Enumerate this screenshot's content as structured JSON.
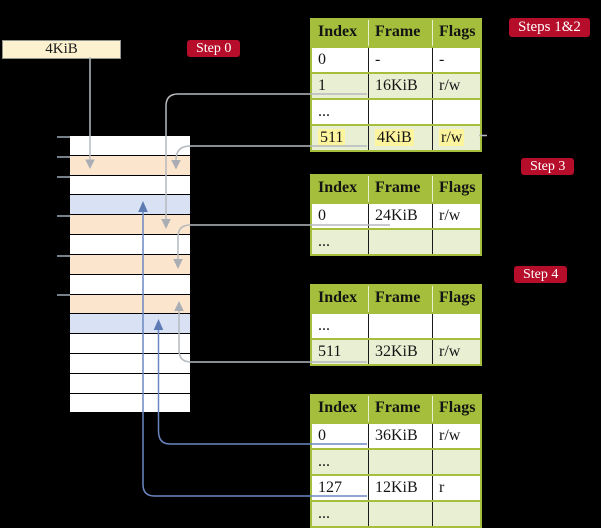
{
  "frame_box": {
    "label": "4KiB"
  },
  "badges": {
    "step0": {
      "label": "Step 0"
    },
    "steps12": {
      "label": "Steps 1&2"
    },
    "step3": {
      "label": "Step 3"
    },
    "step4": {
      "label": "Step 4"
    }
  },
  "table_headers": [
    "Index",
    "Frame",
    "Flags"
  ],
  "page_tables": [
    {
      "name": "page-table-steps-1-2",
      "rows": [
        {
          "index": "0",
          "frame": "-",
          "flags": "-",
          "shade": "white"
        },
        {
          "index": "1",
          "frame": "16KiB",
          "flags": "r/w",
          "shade": "green"
        },
        {
          "index": "...",
          "frame": "",
          "flags": "",
          "shade": "white"
        },
        {
          "index": "511",
          "frame": "4KiB",
          "flags": "r/w",
          "shade": "green",
          "highlight": true
        }
      ]
    },
    {
      "name": "page-table-step-3",
      "rows": [
        {
          "index": "0",
          "frame": "24KiB",
          "flags": "r/w",
          "shade": "white"
        },
        {
          "index": "...",
          "frame": "",
          "flags": "",
          "shade": "green"
        }
      ]
    },
    {
      "name": "page-table-step-4",
      "rows": [
        {
          "index": "...",
          "frame": "",
          "flags": "",
          "shade": "white"
        },
        {
          "index": "511",
          "frame": "32KiB",
          "flags": "r/w",
          "shade": "green"
        }
      ]
    },
    {
      "name": "page-table-final",
      "rows": [
        {
          "index": "0",
          "frame": "36KiB",
          "flags": "r/w",
          "shade": "white"
        },
        {
          "index": "...",
          "frame": "",
          "flags": "",
          "shade": "green"
        },
        {
          "index": "127",
          "frame": "12KiB",
          "flags": "r",
          "shade": "white"
        },
        {
          "index": "...",
          "frame": "",
          "flags": "",
          "shade": "green"
        }
      ]
    }
  ],
  "memory": {
    "rows": [
      "white",
      "peach",
      "white",
      "blue",
      "peach",
      "white",
      "peach",
      "white",
      "peach",
      "blue",
      "white",
      "white",
      "white",
      "white"
    ]
  },
  "colors": {
    "background": "#000000",
    "table_header_green": "#a5bf3c",
    "table_row_light_green": "#e9efd3",
    "memory_frame_peach": "#fce5cd",
    "memory_frame_blue": "#d9e2f4",
    "highlight_yellow": "#fdf59d",
    "frame_box_cream": "#fdf2cf",
    "badge_crimson": "#b50d2a",
    "gray_arrow": "#b6babe",
    "blue_arrow": "#6b87c2"
  }
}
